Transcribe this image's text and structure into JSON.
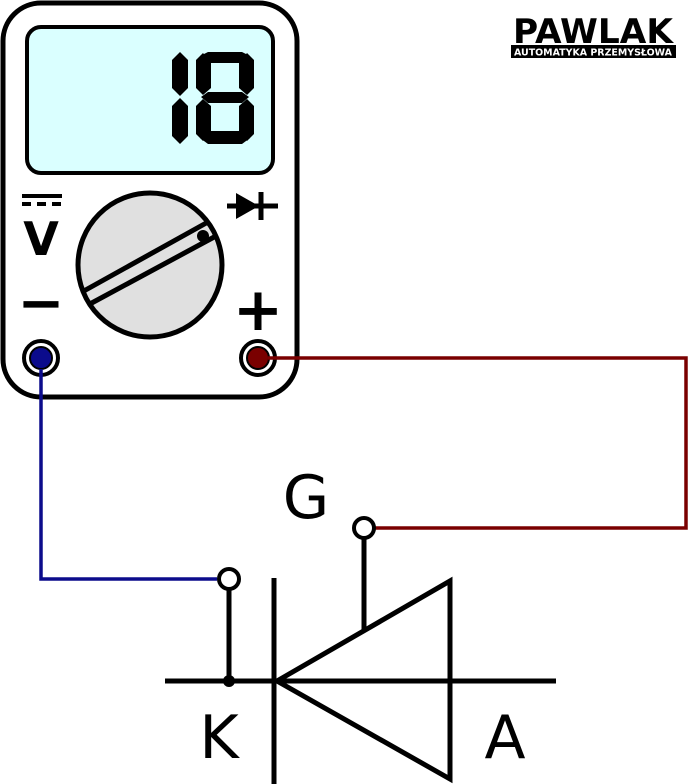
{
  "logo": {
    "name": "PAWLAK",
    "tagline": "AUTOMATYKA PRZEMYSŁOWA"
  },
  "meter": {
    "display_value": "18",
    "mode_symbol": "V",
    "terminal_negative": "−",
    "terminal_positive": "+",
    "diode_mode_icon": "diode-icon",
    "colors": {
      "display_bg": "#daffff",
      "body": "#ffffff",
      "dial": "#e0e0e0",
      "negative_jack": "#0b0b8c",
      "positive_jack": "#7a0000"
    }
  },
  "wires": {
    "colors": {
      "negative": "#0b0b8c",
      "positive": "#7a0000"
    }
  },
  "thyristor": {
    "gate_label": "G",
    "cathode_label": "K",
    "anode_label": "A"
  }
}
